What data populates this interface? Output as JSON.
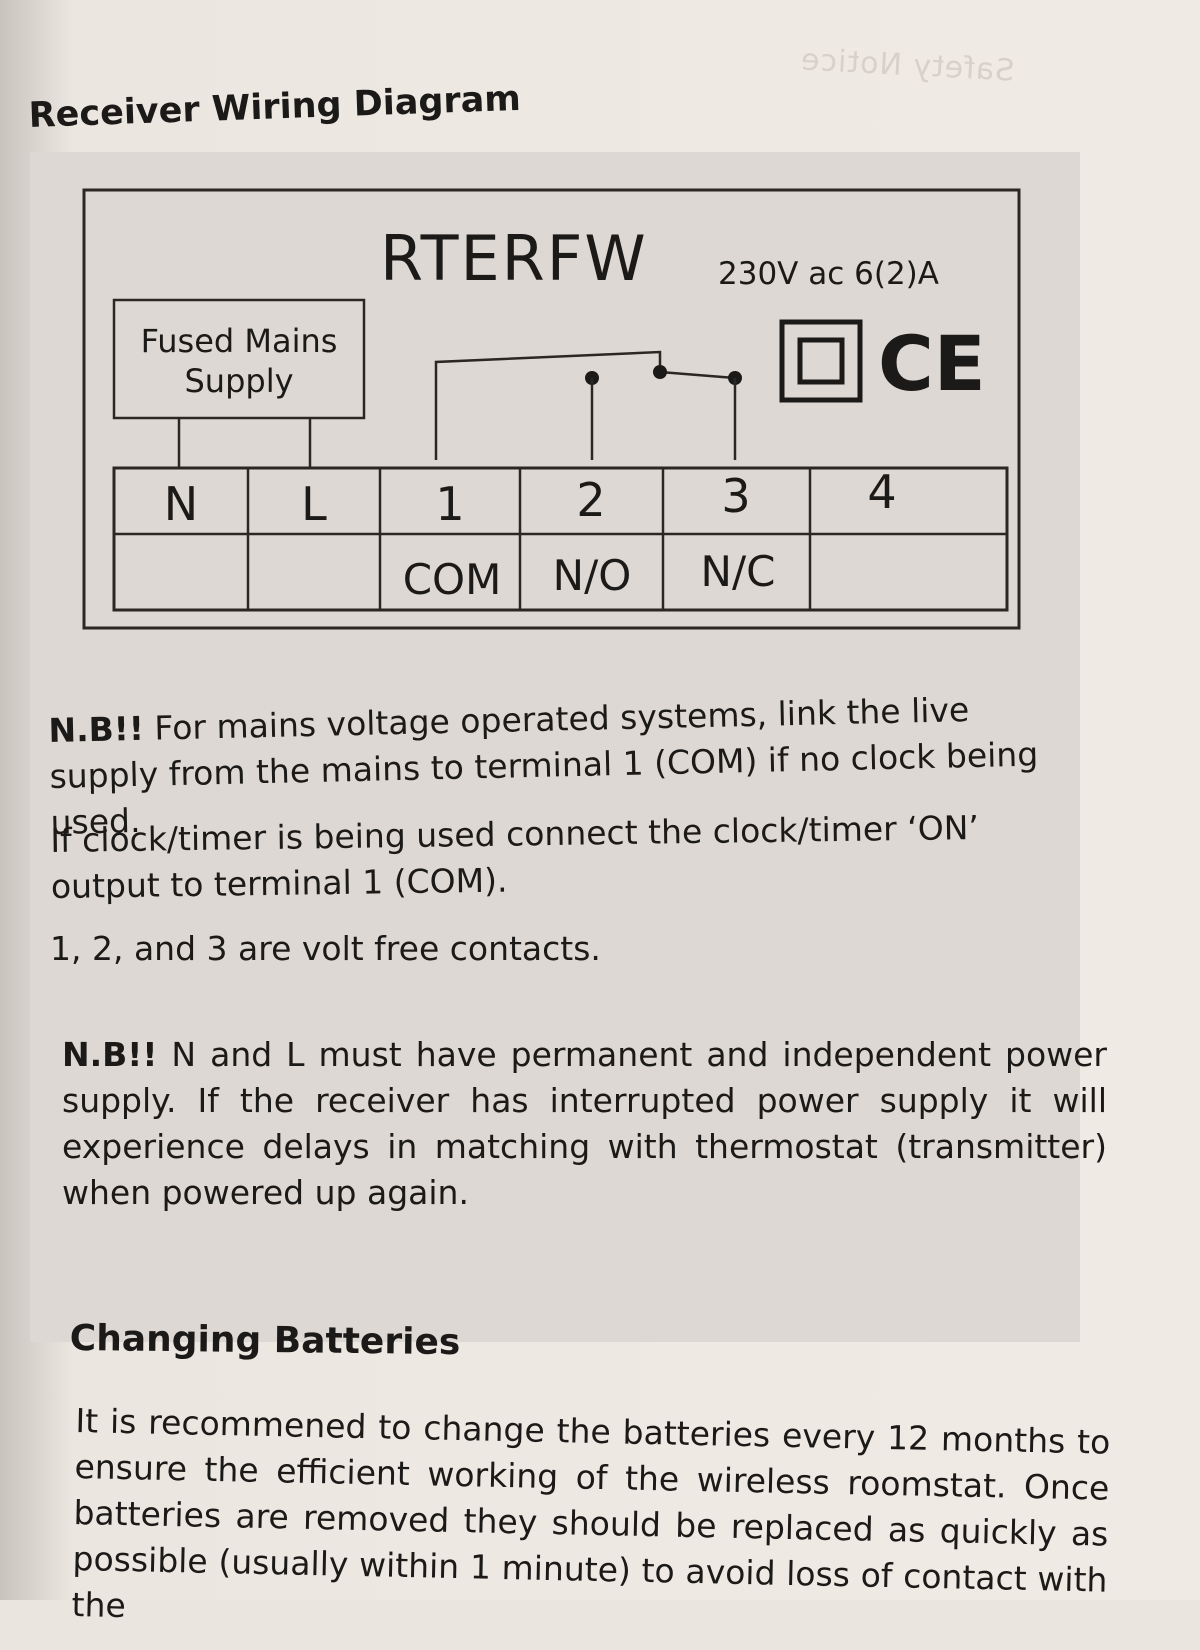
{
  "corner_text": "Safety Notice",
  "heading": "Receiver Wiring Diagram",
  "diagram": {
    "model": "RTERFW",
    "rating": "230V ac 6(2)A",
    "supply_label_line1": "Fused Mains",
    "supply_label_line2": "Supply",
    "ce_mark": "CE",
    "terminals": [
      {
        "num": "N",
        "label": ""
      },
      {
        "num": "L",
        "label": ""
      },
      {
        "num": "1",
        "label": "COM"
      },
      {
        "num": "2",
        "label": "N/O"
      },
      {
        "num": "3",
        "label": "N/C"
      },
      {
        "num": "4",
        "label": ""
      }
    ]
  },
  "notes": {
    "nb1_prefix": "N.B!!",
    "nb1_text": "For mains voltage operated systems, link the live supply from the mains to terminal 1 (COM) if no clock being used.",
    "p2": "If clock/timer is being used connect the clock/timer ‘ON’ output to terminal 1 (COM).",
    "p3": "1, 2, and 3 are volt free contacts.",
    "nb2_prefix": "N.B!!",
    "nb2_text": "N and L must have permanent and independent power supply. If the receiver has interrupted power supply it will experience delays in matching with thermostat (transmitter) when powered up again."
  },
  "batteries": {
    "heading": "Changing Batteries",
    "text": "It is recommened to change the batteries every 12 months to ensure the efficient working of the wireless roomstat. Once batteries are removed they should be replaced as quickly as possible (usually within 1 minute) to avoid loss of contact with the"
  }
}
